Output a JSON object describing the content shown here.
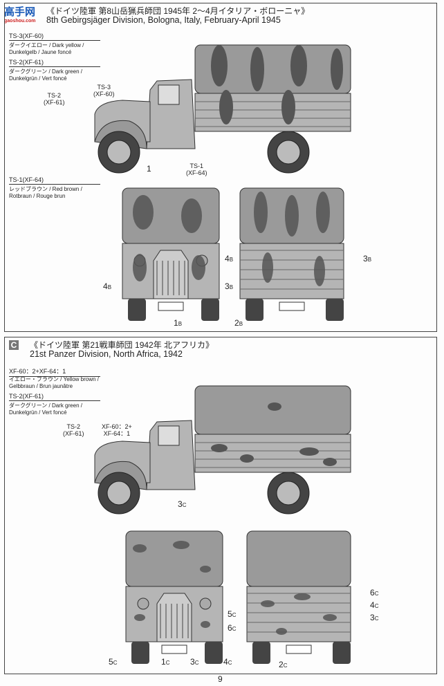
{
  "watermark": {
    "text": "高手网",
    "sub": "gaoshou.com"
  },
  "panel_b": {
    "title_jp": "《ドイツ陸軍 第8山岳猟兵師団 1945年 2〜4月イタリア・ボローニャ》",
    "title_en": "8th Gebirgsjäger Division, Bologna, Italy, February-April 1945",
    "legend": [
      {
        "code": "TS-3(XF-60)",
        "desc1": "ダークイエロー / Dark yellow /",
        "desc2": "Dunkelgelb / Jaune foncé"
      },
      {
        "code": "TS-2(XF-61)",
        "desc1": "ダークグリーン / Dark green /",
        "desc2": "Dunkelgrün / Vert foncé"
      },
      {
        "code": "TS-1(XF-64)",
        "desc1": "レッドブラウン / Red brown /",
        "desc2": "Rotbraun / Rouge brun"
      }
    ],
    "callouts": {
      "ts3_a": "TS-3",
      "ts3_b": "(XF-60)",
      "ts2_a": "TS-2",
      "ts2_b": "(XF-61)",
      "ts1_a": "TS-1",
      "ts1_b": "(XF-64)",
      "part1": "1"
    },
    "front": {
      "a": "4",
      "a_s": "B",
      "b": "3",
      "b_s": "B",
      "c": "1",
      "c_s": "B"
    },
    "rear": {
      "a": "4",
      "a_s": "B",
      "b": "3",
      "b_s": "B",
      "c": "2",
      "c_s": "B"
    }
  },
  "panel_c": {
    "badge": "C",
    "title_jp": "《ドイツ陸軍 第21戦車師団 1942年 北アフリカ》",
    "title_en": "21st Panzer Division, North Africa, 1942",
    "legend": [
      {
        "code": "XF-60：2+XF-64：1",
        "desc1": "イエロー・ブラウン / Yellow brown /",
        "desc2": "Gelbbraun / Brun jaunâtre"
      },
      {
        "code": "TS-2(XF-61)",
        "desc1": "ダークグリーン / Dark green /",
        "desc2": "Dunkelgrün / Vert foncé"
      }
    ],
    "callouts": {
      "ts2_a": "TS-2",
      "ts2_b": "(XF-61)",
      "mix_a": "XF-60：2+",
      "mix_b": "XF-64：1",
      "side3": "3",
      "side3_s": "C"
    },
    "front": [
      {
        "n": "5",
        "s": "C"
      },
      {
        "n": "1",
        "s": "C"
      },
      {
        "n": "3",
        "s": "C"
      },
      {
        "n": "4",
        "s": "C"
      },
      {
        "n": "5",
        "s": "C"
      },
      {
        "n": "6",
        "s": "C"
      }
    ],
    "rear": [
      {
        "n": "6",
        "s": "C"
      },
      {
        "n": "4",
        "s": "C"
      },
      {
        "n": "3",
        "s": "C"
      },
      {
        "n": "2",
        "s": "C"
      }
    ]
  },
  "page_number": "9",
  "colors": {
    "body": "#b5b5b5",
    "tarp": "#9a9a9a",
    "camo_dark": "#555555",
    "wheel": "#444444"
  }
}
